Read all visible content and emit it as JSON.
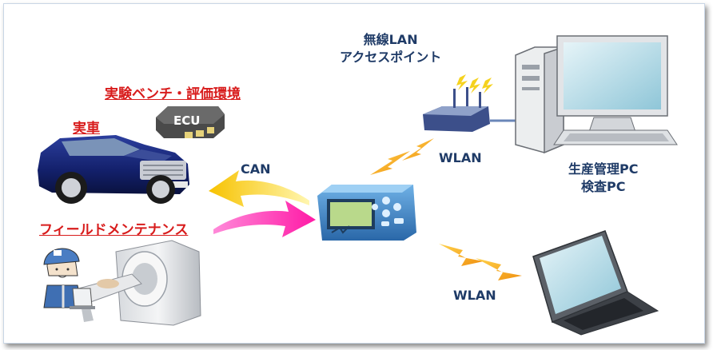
{
  "labels": {
    "wlan_ap_line1": "無線LAN",
    "wlan_ap_line2": "アクセスポイント",
    "test_bench": "実験ベンチ・評価環境",
    "ecu": "ECU",
    "real_car": "実車",
    "can": "CAN",
    "wlan_top": "WLAN",
    "wlan_bottom": "WLAN",
    "pc_line1": "生産管理PC",
    "pc_line2": "検査PC",
    "field_maintenance": "フィールドメンテナンス"
  },
  "colors": {
    "label_red": "#d81c1c",
    "label_navy": "#1f3b67",
    "arrow_yellow": "#f4d21f",
    "arrow_pink": "#ff2fb8",
    "bolt_orange": "#f3a81a",
    "device_blue": "#3a7fc1",
    "screen_green": "#b9d98b"
  }
}
